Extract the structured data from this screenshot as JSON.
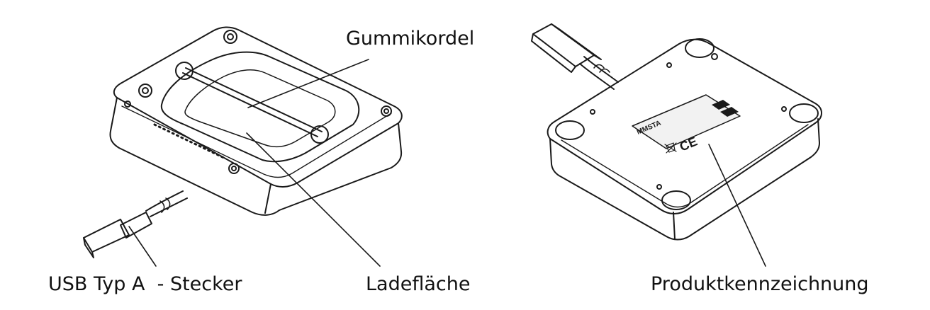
{
  "labels": {
    "gummikordel": "Gummikordel",
    "usb": "USB Typ A  - Stecker",
    "ladeflaeche": "Ladefläche",
    "produktkennzeichnung": "Produktkennzeichnung"
  },
  "product_label": {
    "brand": "MMSTA"
  },
  "colors": {
    "stroke": "#1a1a1a",
    "background": "#ffffff",
    "label_fill": "#f2f2f2"
  }
}
